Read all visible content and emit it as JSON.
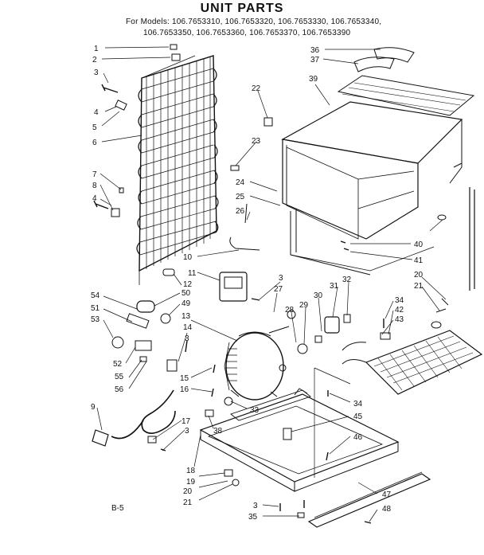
{
  "header": {
    "title": "UNIT PARTS",
    "models_line1": "For Models: 106.7653310, 106.7653320, 106.7653330, 106.7653340,",
    "models_line2": "106.7653350, 106.7653360, 106.7653370, 106.7653390"
  },
  "footer": {
    "page_code": "B-5"
  },
  "callouts": {
    "c1": "1",
    "c2": "2",
    "c3a": "3",
    "c4a": "4",
    "c5": "5",
    "c6": "6",
    "c7": "7",
    "c8": "8",
    "c4b": "4",
    "c10": "10",
    "c11": "11",
    "c12": "12",
    "c50": "50",
    "c49": "49",
    "c54": "54",
    "c51": "51",
    "c53": "53",
    "c52": "52",
    "c55": "55",
    "c56": "56",
    "c13": "13",
    "c14": "14",
    "c3b": "3",
    "c15": "15",
    "c16": "16",
    "c9": "9",
    "c17": "17",
    "c3c": "3",
    "c38": "38",
    "c18": "18",
    "c19": "19",
    "c20b": "20",
    "c21b": "21",
    "c22": "22",
    "c23": "23",
    "c24": "24",
    "c25": "25",
    "c26": "26",
    "c36": "36",
    "c37": "37",
    "c39": "39",
    "c40": "40",
    "c41": "41",
    "c3d": "3",
    "c27": "27",
    "c28": "28",
    "c29": "29",
    "c30": "30",
    "c31": "31",
    "c32": "32",
    "c20a": "20",
    "c21a": "21",
    "c34a": "34",
    "c42": "42",
    "c43": "43",
    "c33": "33",
    "c34b": "34",
    "c45": "45",
    "c46": "46",
    "c47": "47",
    "c48": "48",
    "c3e": "3",
    "c35": "35"
  }
}
